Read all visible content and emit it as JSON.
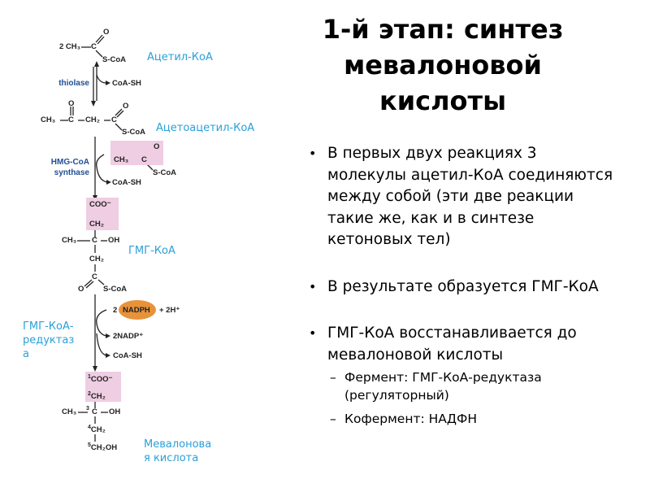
{
  "slide": {
    "title": "1-й этап: синтез мевалоновой кислоты",
    "title_lines": [
      "1-й этап: синтез",
      "мевалоновой",
      "кислоты"
    ],
    "bullets": [
      {
        "text": "В первых двух реакциях 3 молекулы ацетил-КоА соединяются между собой (эти две реакции такие же, как и в синтезе кетоновых тел)"
      },
      {
        "text": "В результате образуется ГМГ-КоА"
      },
      {
        "text": "ГМГ-КоА восстанавливается до мевалоновой кислоты",
        "sub": [
          {
            "text": "Фермент: ГМГ-КоА-редуктаза (регуляторный)"
          },
          {
            "text": "Кофермент: НАДФН"
          }
        ]
      }
    ],
    "bullet_glyph": "•",
    "sub_glyph": "–"
  },
  "diagram": {
    "colors": {
      "label": "#2aa0d8",
      "enzyme": "#1f4e96",
      "highlight": "#efcde2",
      "nadph": "#e8923a"
    },
    "labels": {
      "acetyl_coa": "Ацетил-КоА",
      "acetoacetyl_coa": "Ацетоацетил-КоА",
      "hmg_coa": "ГМГ-КоА",
      "hmg_reductase_lines": [
        "ГМГ-КоА-",
        "редуктаз",
        "а"
      ],
      "mevalonate_lines": [
        "Мевалонова",
        "я кислота"
      ]
    },
    "enzymes": {
      "thiolase": "thiolase",
      "hmg_synthase_lines": [
        "HMG-CoA",
        "synthase"
      ]
    },
    "chem": {
      "r1_prefix": "2 CH₃",
      "c": "C",
      "o": "O",
      "scoa": "S-CoA",
      "coash": "CoA-SH",
      "ch3": "CH₃",
      "ch2": "CH₂",
      "coo": "COO⁻",
      "oh": "OH",
      "nadph_2": "2",
      "nadph": "NADPH",
      "plus_2h": "+ 2H⁺",
      "nadp": "2NADP⁺",
      "n1": "1",
      "n2": "2",
      "n3": "3",
      "n4": "4",
      "n5": "5",
      "ch2oh": "CH₂OH"
    }
  }
}
